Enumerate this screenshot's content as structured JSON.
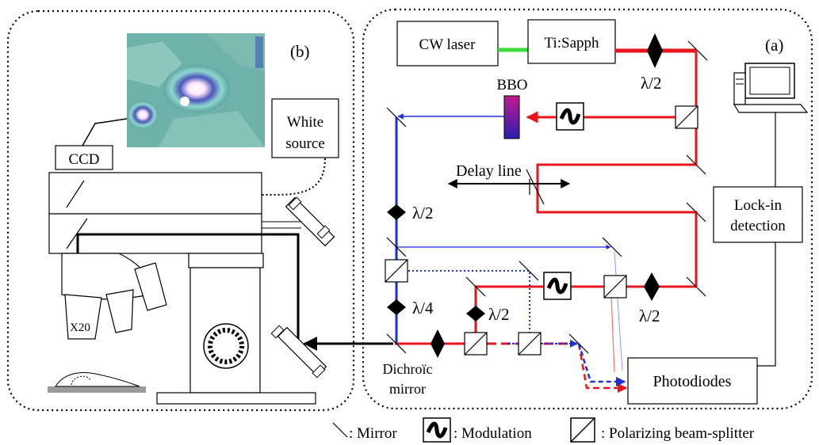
{
  "labels": {
    "panel_a": "(a)",
    "panel_b": "(b)",
    "cw_laser": "CW laser",
    "ti_sapph": "Ti:Sapph",
    "lambda_half": "λ/2",
    "lambda_quarter": "λ/4",
    "bbo": "BBO",
    "delay_line": "Delay line",
    "lockin_line1": "Lock-in",
    "lockin_line2": "detection",
    "photodiodes": "Photodiodes",
    "dichroic_line1": "Dichroïc",
    "dichroic_line2": "mirror",
    "ccd": "CCD",
    "white_line1": "White",
    "white_line2": "source",
    "objective": "X20"
  },
  "legend": {
    "mirror": ": Mirror",
    "modulation": ": Modulation",
    "pbs": ": Polarizing beam-splitter"
  },
  "colors": {
    "red_beam": "#e8161c",
    "blue_beam": "#1f2fd6",
    "green_beam": "#3bdc3b",
    "black": "#000000",
    "bbo_top": "#c21a8f",
    "bbo_bottom": "#2a1db0",
    "photo_teal": "#5fa6a0"
  }
}
